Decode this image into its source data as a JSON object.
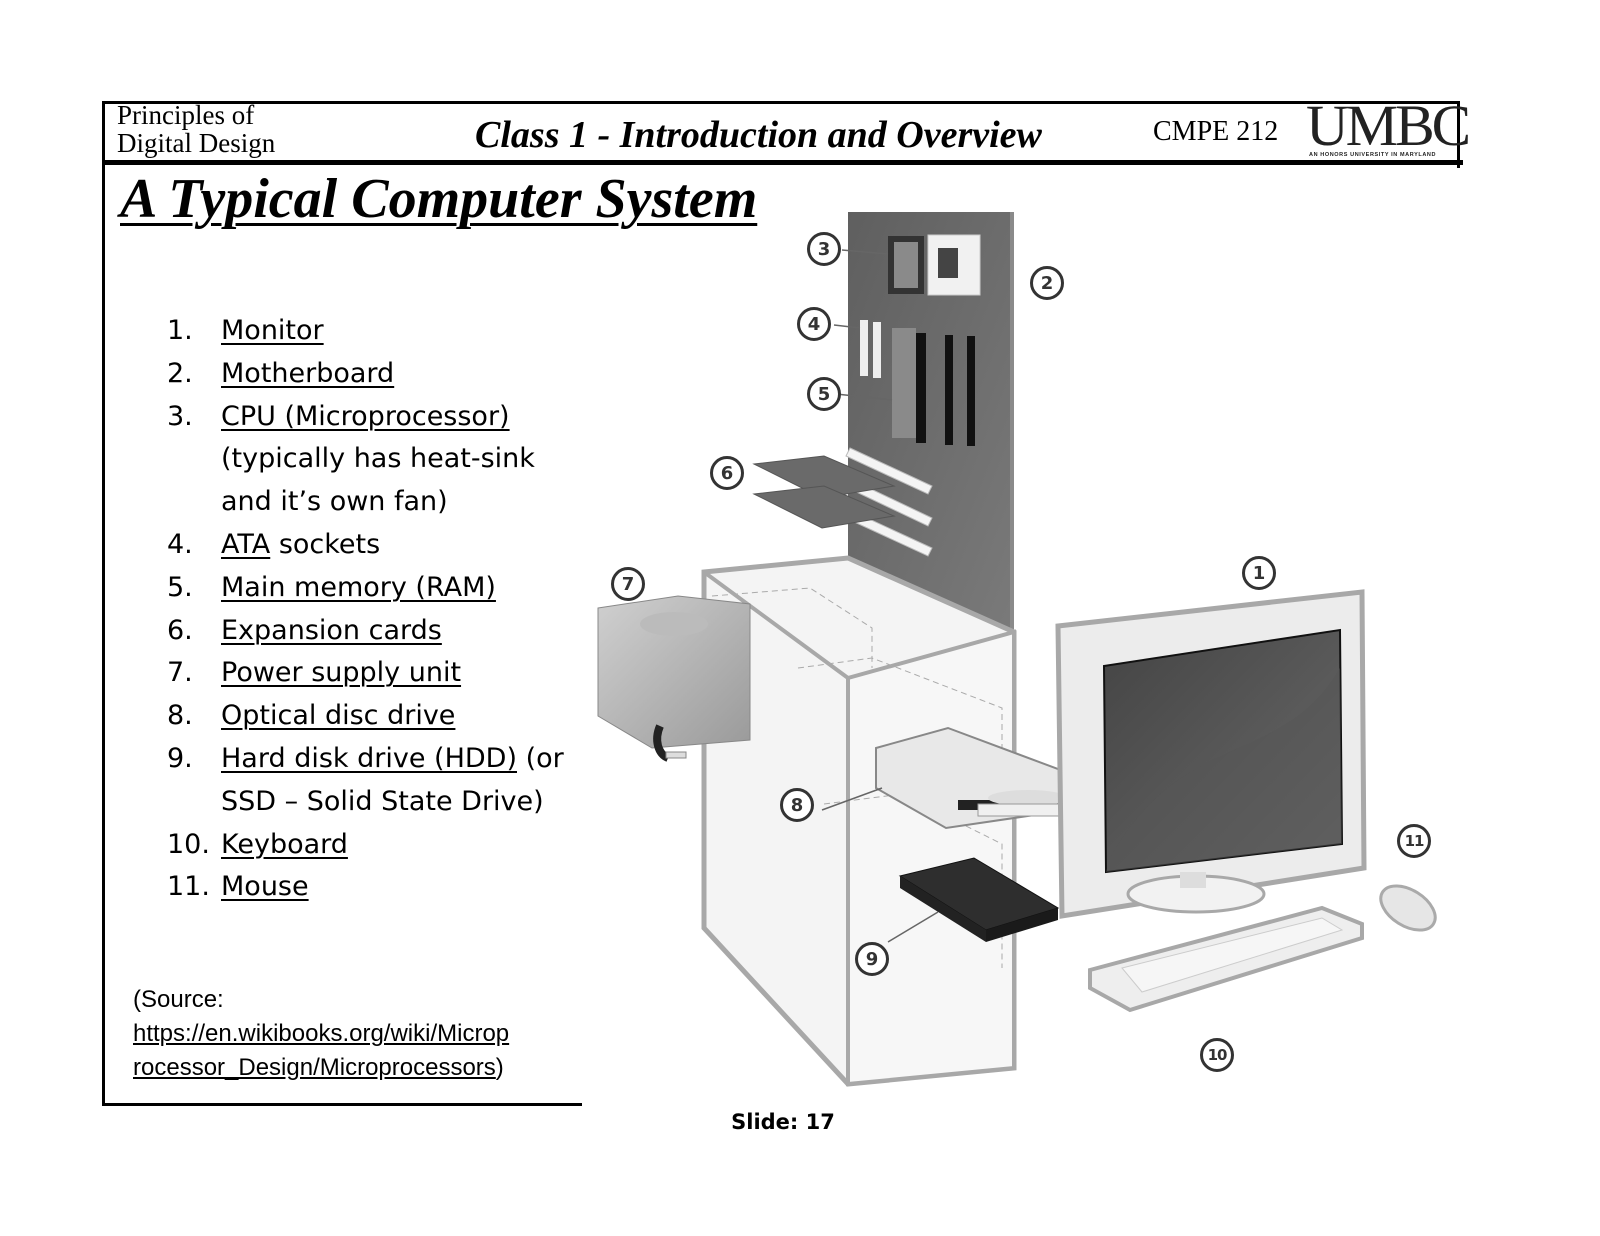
{
  "header": {
    "course_name_line1": "Principles of",
    "course_name_line2": "Digital Design",
    "class_title": "Class 1 - Introduction and Overview",
    "course_code": "CMPE 212",
    "logo_word": "UMBC",
    "logo_tagline": "AN HONORS UNIVERSITY IN MARYLAND"
  },
  "slide": {
    "title": "A Typical Computer System",
    "number_label": "Slide: 17"
  },
  "list": [
    {
      "num": "1.",
      "link": "Monitor",
      "rest": ""
    },
    {
      "num": "2.",
      "link": "Motherboard",
      "rest": ""
    },
    {
      "num": "3.",
      "link": "CPU (Microprocessor)",
      "rest": " (typically has heat-sink and it’s own fan)"
    },
    {
      "num": "4.",
      "link": "ATA",
      "rest": " sockets"
    },
    {
      "num": "5.",
      "link": "Main memory (RAM)",
      "rest": ""
    },
    {
      "num": "6.",
      "link": "Expansion cards",
      "rest": ""
    },
    {
      "num": "7.",
      "link": "Power supply unit",
      "rest": ""
    },
    {
      "num": "8.",
      "link": "Optical disc drive",
      "rest": ""
    },
    {
      "num": "9.",
      "link": "Hard disk drive (HDD)",
      "rest": " (or SSD – Solid State Drive)"
    },
    {
      "num": "10.",
      "link": "Keyboard",
      "rest": ""
    },
    {
      "num": "11.",
      "link": "Mouse",
      "rest": ""
    }
  ],
  "source": {
    "prefix": "(Source:",
    "link_line1": "https://en.wikibooks.org/wiki/Microp",
    "link_line2": "rocessor_Design/Microprocessors",
    "suffix": ")"
  },
  "diagram": {
    "callouts": [
      "1",
      "2",
      "3",
      "4",
      "5",
      "6",
      "7",
      "8",
      "9",
      "10",
      "11"
    ],
    "colors": {
      "motherboard": "#6b6b6b",
      "case_outline": "#a8a8a8",
      "screen": "#5a5a5a",
      "hdd": "#2e2e2e"
    }
  }
}
